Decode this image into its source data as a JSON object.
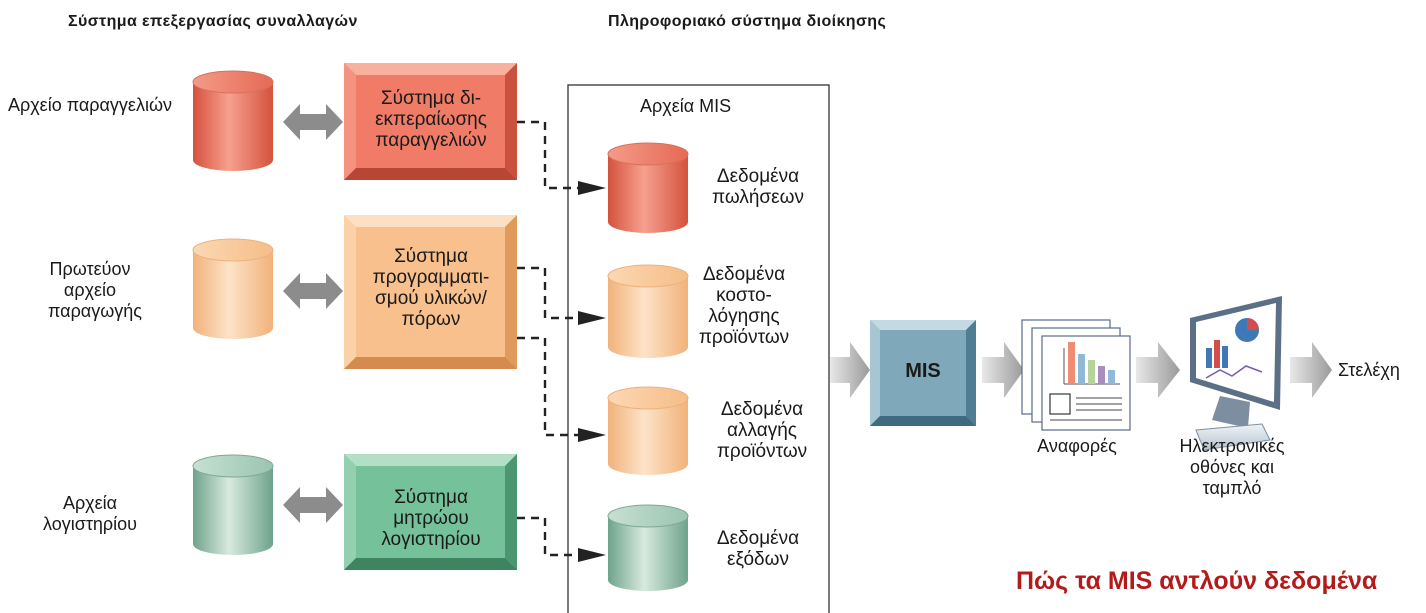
{
  "headers": {
    "tps": "Σύστημα επεξεργασίας συναλλαγών",
    "mis": "Πληροφοριακό σύστημα διοίκησης"
  },
  "left_files": [
    {
      "label": "Αρχείο παραγγελιών",
      "color": "#e8654e"
    },
    {
      "label": "Πρωτεύον αρχείο παραγωγής",
      "color": "#f6b57a"
    },
    {
      "label": "Αρχεία λογιστηρίου",
      "color": "#6fae90"
    }
  ],
  "tps_systems": [
    {
      "label": "Σύστημα δι- εκπεραίωσης παραγγελιών",
      "color": "#f07c67"
    },
    {
      "label": "Σύστημα προγραμματι- σμού υλικών/ πόρων",
      "color": "#f8c08c"
    },
    {
      "label": "Σύστημα μητρώου λογιστηρίου",
      "color": "#74c19a"
    }
  ],
  "mis_files": {
    "title": "Αρχεία MIS",
    "items": [
      {
        "label": "Δεδομένα πωλήσεων",
        "color": "#ef7d67"
      },
      {
        "label": "Δεδομένα κοστο- λόγησης προϊόντων",
        "color": "#f8c38f"
      },
      {
        "label": "Δεδομένα αλλαγής προϊόντων",
        "color": "#f8c38f"
      },
      {
        "label": "Δεδομένα εξόδων",
        "color": "#86bba2"
      }
    ]
  },
  "mis_box": {
    "label": "MIS",
    "color": "#7fa9bb"
  },
  "outputs": {
    "reports": "Αναφορές",
    "screens": "Ηλεκτρονικές οθόνες και ταμπλό",
    "managers": "Στελέχη"
  },
  "caption": "Πώς τα MIS αντλούν δεδομένα"
}
